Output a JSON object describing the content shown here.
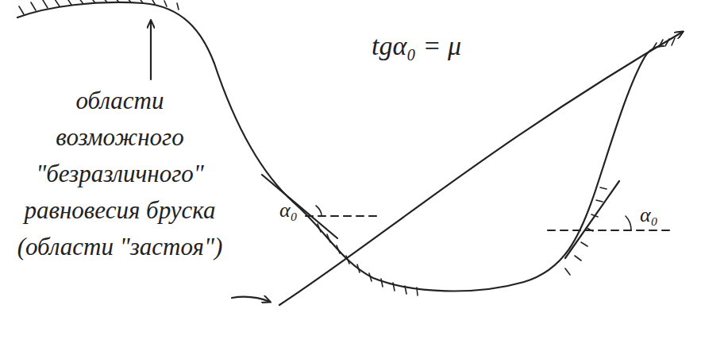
{
  "diagram": {
    "labels": [
      "области возможного \"безразличного\" равновесия бруска (области \"застоя\")",
      "tgα₀ = μ",
      "α₀",
      "α₀"
    ]
  }
}
